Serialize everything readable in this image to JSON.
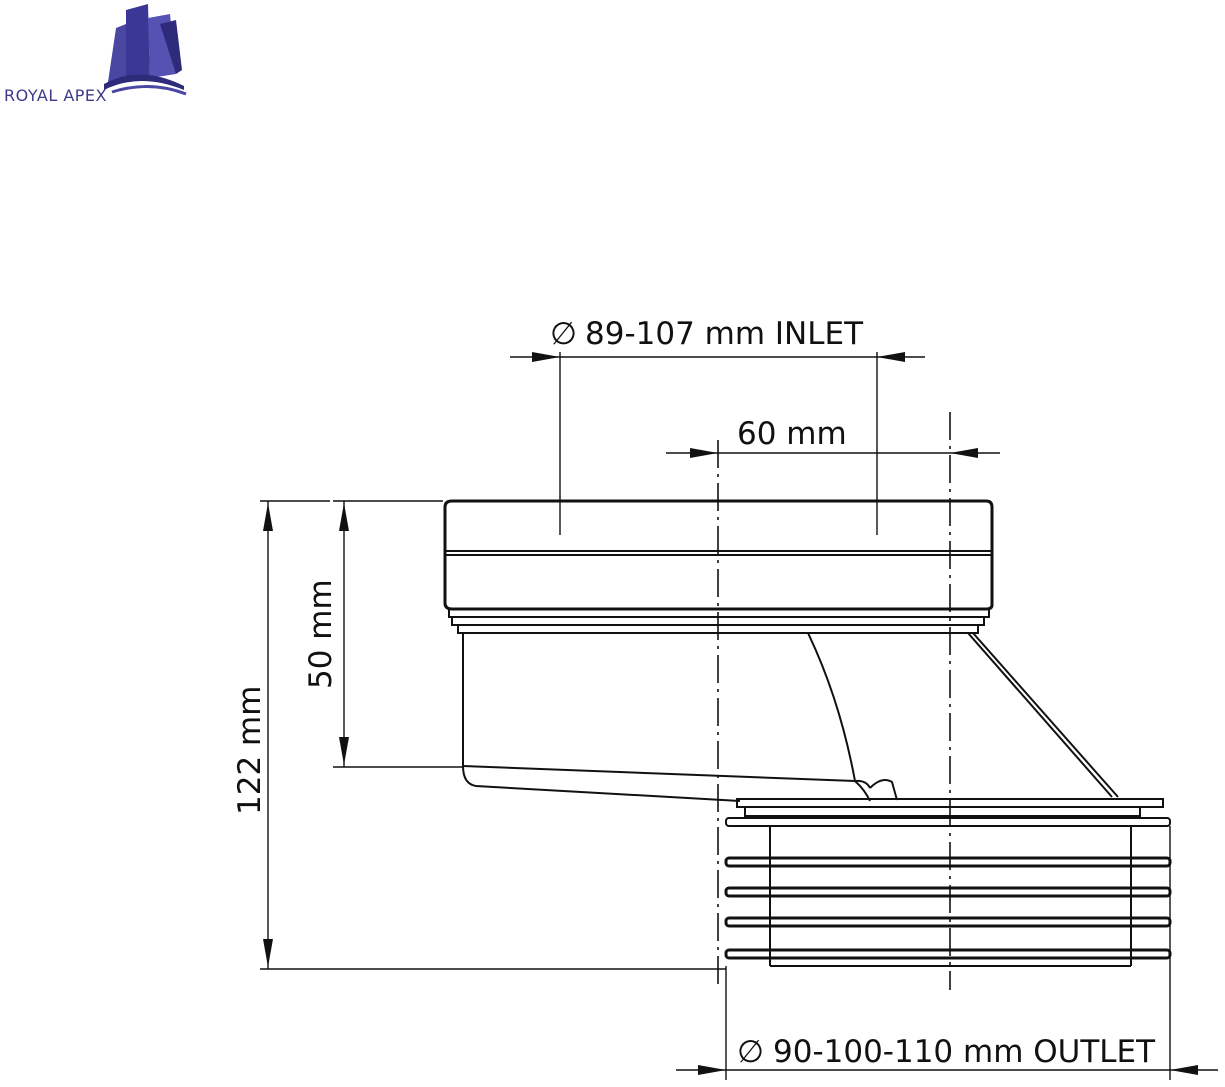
{
  "brand": {
    "name": "ROYAL APEX",
    "colors": {
      "primary": "#4a47a3",
      "dark": "#2e2b7a"
    },
    "icon": "building-wave-logo"
  },
  "dimensions": {
    "inlet_symbol": "∅",
    "inlet": "89-107 mm INLET",
    "offset": "60 mm",
    "socket_depth": "50 mm",
    "total_height": "122 mm",
    "outlet_symbol": "∅",
    "outlet": "90-100-110 mm OUTLET"
  }
}
